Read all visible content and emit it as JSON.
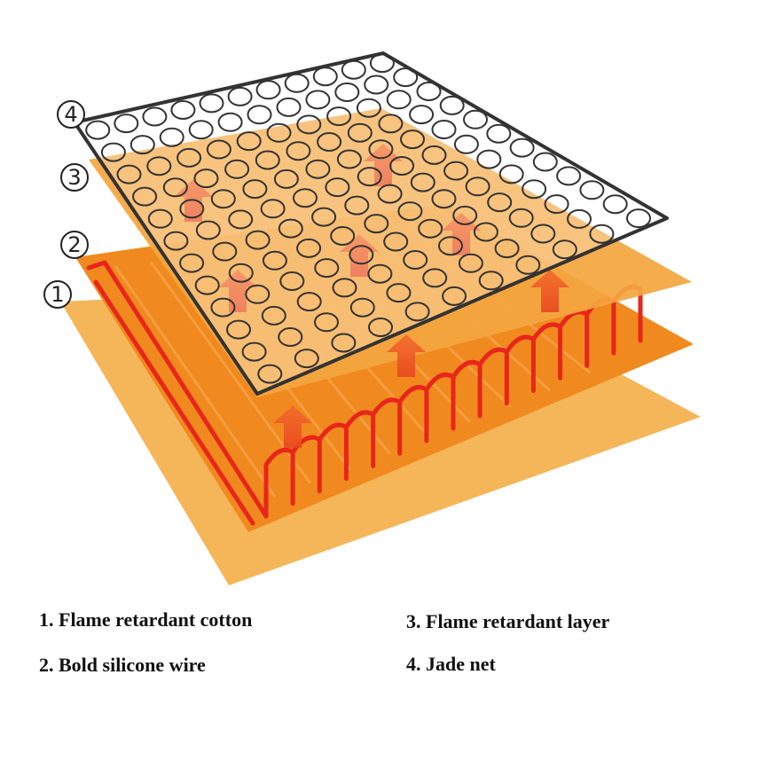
{
  "legend": [
    {
      "num": "1.",
      "label": "Flame retardant cotton"
    },
    {
      "num": "2.",
      "label": "Bold silicone wire"
    },
    {
      "num": "3.",
      "label": "Flame retardant layer"
    },
    {
      "num": "4.",
      "label": "Jade net"
    }
  ],
  "markers": [
    "①",
    "②",
    "③",
    "④"
  ],
  "colors": {
    "cotton": "#f5b65a",
    "wire_sheet": "#f08a1e",
    "wire": "#e8261a",
    "layer": "#f4a640",
    "net_fill": "#ffffff",
    "net_stroke": "#333333",
    "arrow": "#ef6a2a"
  }
}
